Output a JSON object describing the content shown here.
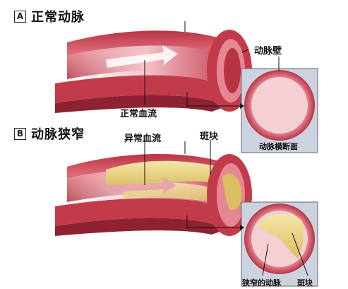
{
  "section_a": {
    "badge": "A",
    "title": "正常动脉"
  },
  "section_b": {
    "badge": "B",
    "title": "动脉狭窄"
  },
  "labels": {
    "artery_wall": "动脉壁",
    "normal_flow": "正常血流",
    "cross_section_normal": "动脉横断面",
    "abnormal_flow": "异常血流",
    "plaque_top": "斑块",
    "narrowed_artery": "狭窄的动脉",
    "plaque_bottom": "斑块"
  },
  "colors": {
    "artery_outer": "#c8404e",
    "artery_inner": "#e27a86",
    "lumen_light": "#f7d7da",
    "plaque": "#eed98c",
    "panel_bg": "#cdd2e0",
    "leader_line": "#111111"
  }
}
